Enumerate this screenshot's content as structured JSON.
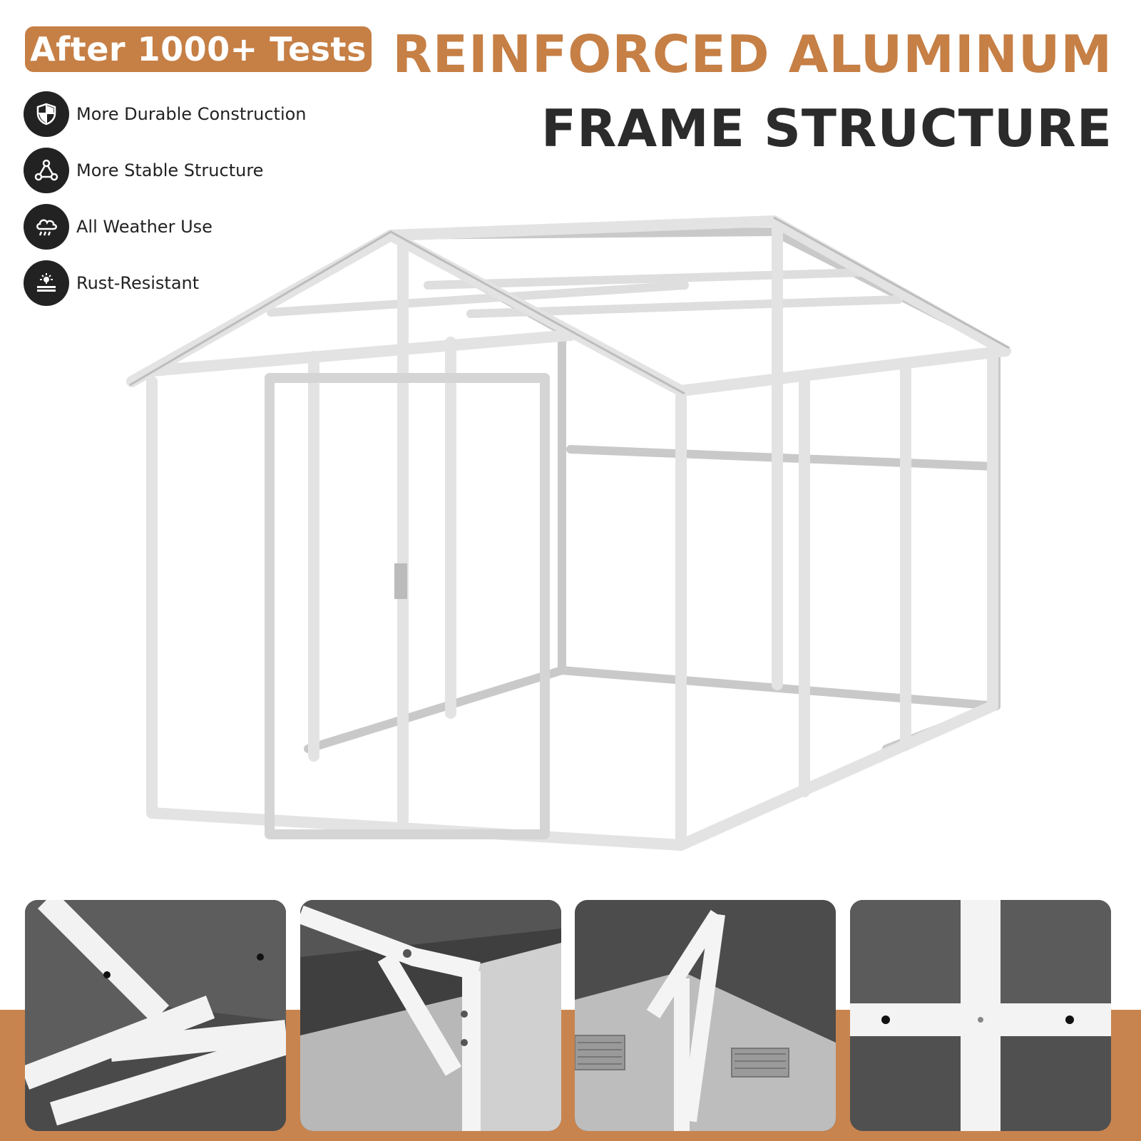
{
  "badge": {
    "text": "After 1000+ Tests"
  },
  "title": {
    "line1": "REINFORCED ALUMINUM",
    "line2": "FRAME STRUCTURE"
  },
  "colors": {
    "accent": "#c67f45",
    "dark": "#2b2b2b",
    "band": "#c8844f"
  },
  "features": [
    {
      "icon": "shield-icon",
      "label": "More Durable Construction"
    },
    {
      "icon": "triangle-nodes-icon",
      "label": "More Stable Structure"
    },
    {
      "icon": "weather-cloud-icon",
      "label": "All Weather Use"
    },
    {
      "icon": "rust-resistant-icon",
      "label": "Rust-Resistant"
    }
  ]
}
